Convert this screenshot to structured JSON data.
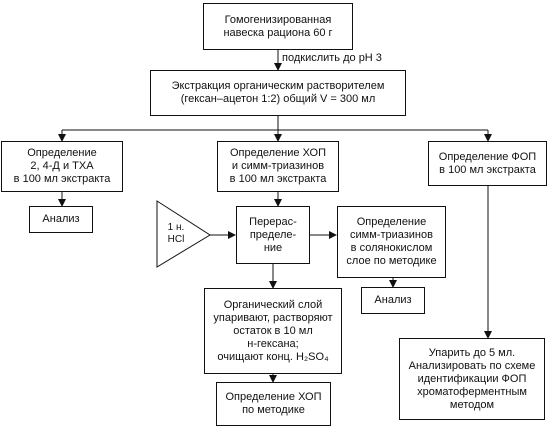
{
  "nodes": {
    "homogenized_sample": {
      "lines": [
        "Гомогенизированная",
        "навеска рациона 60 г"
      ]
    },
    "acidify_note": {
      "text": "подкислить до pH 3"
    },
    "extraction": {
      "lines": [
        "Экстракция органическим растворителем",
        "(гексан–ацетон 1:2) общий  V = 300 мл"
      ]
    },
    "determination_24d": {
      "lines": [
        "Определение",
        "2, 4-Д и ТХА",
        "в 100 мл экстракта"
      ]
    },
    "determination_hop": {
      "lines": [
        "Определение ХОП",
        "и симм-триазинов",
        "в 100 мл экстракта"
      ]
    },
    "determination_fop": {
      "lines": [
        "Определение ФОП",
        "в 100 мл экстракта"
      ]
    },
    "analysis_left": {
      "text": "Анализ"
    },
    "hcl_input": {
      "lines": [
        "1 н.",
        "HCl"
      ]
    },
    "redistribution": {
      "lines": [
        "Перерас-",
        "пределе-",
        "ние"
      ]
    },
    "triazine_determination": {
      "lines": [
        "Определение",
        "симм-триазинов",
        "в солянокислом",
        "слое по методике"
      ]
    },
    "analysis_right": {
      "text": "Анализ"
    },
    "organic_layer": {
      "lines": [
        "Органический слой",
        "упаривают, растворяют",
        "остаток в 10 мл",
        "н-гексана;",
        "очищают конц. H₂SO₄"
      ]
    },
    "hop_by_method": {
      "lines": [
        "Определение ХОП",
        "по методике"
      ]
    },
    "evaporate_5ml": {
      "lines": [
        "Упарить до 5 мл.",
        "Анализировать по схеме",
        "идентификации ФОП",
        "хроматоферментным",
        "методом"
      ]
    }
  }
}
